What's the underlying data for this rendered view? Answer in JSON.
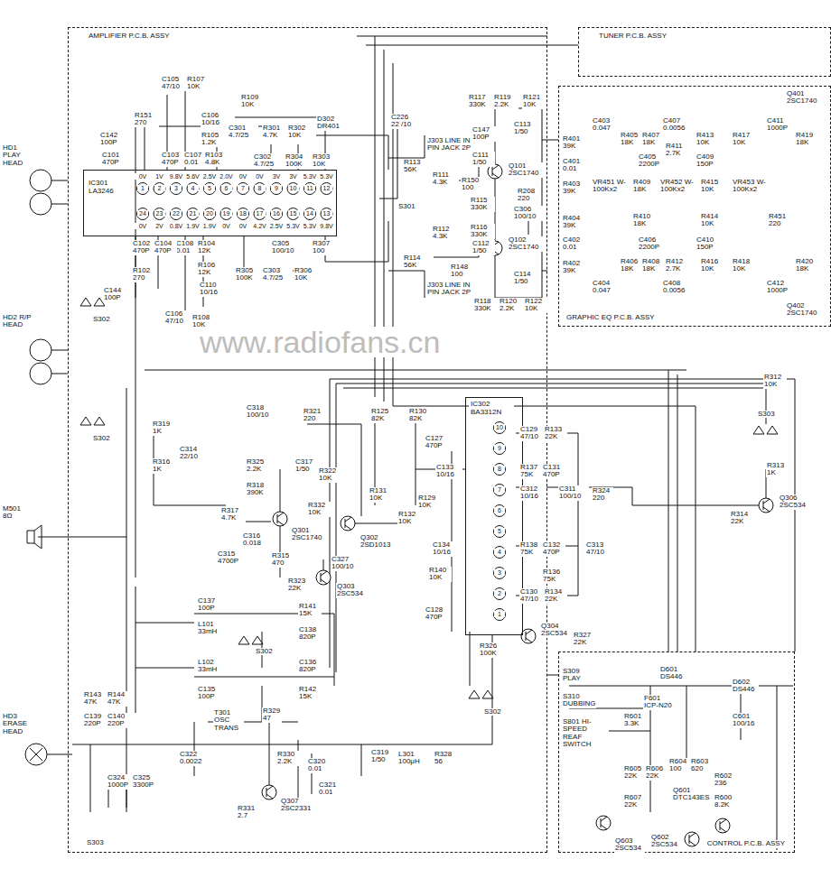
{
  "diagram": {
    "nodes": [
      {
        "text": [
          "AMPLIFIER P.C.B. ASSY"
        ]
      },
      {
        "text": [
          "IC301 LA3246"
        ],
        "in": 0
      },
      {
        "text": [
          "IC302 BA3312N"
        ],
        "in": 0
      },
      {
        "text": [
          "TUNER P.C.B. ASSY"
        ]
      },
      {
        "text": [
          "GRAPHIC EQ P.C.B. ASSY"
        ]
      },
      {
        "text": [
          "CONTROL P.C.B. ASSY"
        ]
      }
    ],
    "edges": [
      {
        "from": 0,
        "to": 3,
        "arrow": "none"
      },
      {
        "from": 0,
        "to": 4,
        "arrow": "none"
      },
      {
        "from": 0,
        "to": 5,
        "arrow": "none"
      }
    ],
    "labels": [
      "1",
      "2",
      "3",
      "4",
      "5",
      "6",
      "7",
      "8",
      "9",
      "10",
      "11",
      "12",
      "0V",
      "1V",
      "9.8V",
      "5.6V",
      "2.5V",
      "2.0V",
      "0V",
      "0V",
      "3V",
      "3V",
      "5.3V",
      "5.3V",
      "24",
      "23",
      "22",
      "21",
      "20",
      "19",
      "18",
      "17",
      "16",
      "15",
      "14",
      "13",
      "0V",
      "2V",
      "0.8V",
      "1.9V",
      "1.9V",
      "0V",
      "0V",
      "4.2V",
      "2.5V",
      "5.3V",
      "5.3V",
      "9.8V",
      "10",
      "9",
      "8",
      "7",
      "6",
      "5",
      "4",
      "3",
      "2",
      "1",
      "www.radiofans.cn",
      "HD1 PLAY HEAD",
      "HD2 R/P HEAD",
      "M501 8Ω",
      "HD3 ERASE HEAD",
      "S302",
      "S302",
      "S302",
      "S302",
      "S303",
      "S303",
      "C105 47/10",
      "R107 10K",
      "R109 10K",
      "R151 270",
      "C106 10/16",
      "R105 1.2K",
      "C142 100P",
      "C301 4.7/25",
      "R301 4.7K",
      "R302 10K",
      "D302 DR401",
      "C226 22 /10",
      "C101 470P",
      "C103 470P",
      "C107 0.01",
      "R103 4.8K",
      "C302 4.7/25",
      "R304 100K",
      "R303 10K",
      "C108 0.01",
      "R104 12K",
      "C102 470P",
      "C104 470P",
      "R307 100",
      "C305 100/10",
      "R102 270",
      "R106 12K",
      "C110 10/16",
      "R305 100K",
      "C303 4.7/25",
      "R306 10K",
      "C144 100P",
      "C106 47/10",
      "R108 10K",
      "J303 LINE IN PIN JACK 2P",
      "R113 56K",
      "R111 4.3K",
      "R150 100",
      "S301",
      "R112 4.3K",
      "R114 56K",
      "R148 100",
      "J303 LINE IN PIN JACK 2P",
      "R117 330K",
      "R119 2.2K",
      "R121 10K",
      "C113 1/50",
      "C147 100P",
      "C111 1/50",
      "Q101 2SC1740",
      "R115 330K",
      "C306 100/10",
      "R208 220",
      "R116 330K",
      "C112 1/50",
      "Q102 2SC1740",
      "C114 1/50",
      "R118 330K",
      "R120 2.2K",
      "R122 10K",
      "C403 0.047",
      "R405 18K",
      "R407 18K",
      "C407 0.0056",
      "R413 10K",
      "R417 10K",
      "C411 1000P",
      "R419 18K",
      "Q401 2SC1740",
      "R401 39K",
      "C401 0.01",
      "R403 39K",
      "R411 2.7K",
      "C405 2200P",
      "C409 150P",
      "VR451 W-100Kx2",
      "R409 18K",
      "VR452 W-100Kx2",
      "R415 10K",
      "VR453 W-100Kx2",
      "R451 220",
      "R404 39K",
      "R410 18K",
      "R414 10K",
      "C402 0.01",
      "C406 2200P",
      "C410 150P",
      "R402 39K",
      "R406 18K",
      "R408 18K",
      "R412 2.7K",
      "R416 10K",
      "R418 10K",
      "C404 0.047",
      "C408 0.0056",
      "C412 1000P",
      "R420 18K",
      "Q402 2SC1740",
      "R312 10K",
      "R313 1K",
      "Q306 2SC534",
      "R314 22K",
      "R319 1K",
      "R316 1K",
      "C314 22/10",
      "C318 100/10",
      "R321 220",
      "R125 82K",
      "R130 82K",
      "C127 470P",
      "R325 2.2K",
      "R318 390K",
      "C317 1/50",
      "R322 10K",
      "R131 10K",
      "R129 10K",
      "C133 10/16",
      "R317 4.7K",
      "Q301 2SC1740",
      "C316 0.018",
      "C315 4700P",
      "R315 470",
      "R332 10K",
      "Q302 2SD1013",
      "R132 10K",
      "C327 100/10",
      "R323 22K",
      "Q303 2SC534",
      "R140 10K",
      "C134 10/16",
      "C128 470P",
      "C129 47/10",
      "R133 22K",
      "R137 75K",
      "C131 470P",
      "C312 10/16",
      "C311 100/10",
      "R324 220",
      "C313 47/10",
      "R138 75K",
      "C132 470P",
      "R136 75K",
      "C130 47/10",
      "R134 22K",
      "Q304 2SC534",
      "R326 100K",
      "R327 22K",
      "C137 100P",
      "L101 33mH",
      "R141 15K",
      "C138 820P",
      "C136 820P",
      "L102 33mH",
      "C135 100P",
      "R142 15K",
      "R143 47K",
      "R144 47K",
      "C139 220P",
      "C140 220P",
      "T301 OSC TRANS",
      "R329 47",
      "C322 0.0022",
      "R330 2.2K",
      "C320 0.01",
      "C319 1/50",
      "L301 100μH",
      "R328 56",
      "C324 1000P",
      "C325 3300P",
      "R331 2.7",
      "Q307 2SC2331",
      "C321 0.01",
      "S309 PLAY",
      "S310 DUBBING",
      "S801 HI-SPEED REAF SWITCH",
      "D601 DS446",
      "D602 DS446",
      "F601 ICP-N20",
      "R601 3.3K",
      "C601 100/16",
      "R605 22K",
      "R606 22K",
      "R604 100",
      "R603 620",
      "R602 236",
      "R600 8.2K",
      "R607 22K",
      "Q601 DTC143ES",
      "Q602 2SC534",
      "Q603 2SC534"
    ]
  }
}
